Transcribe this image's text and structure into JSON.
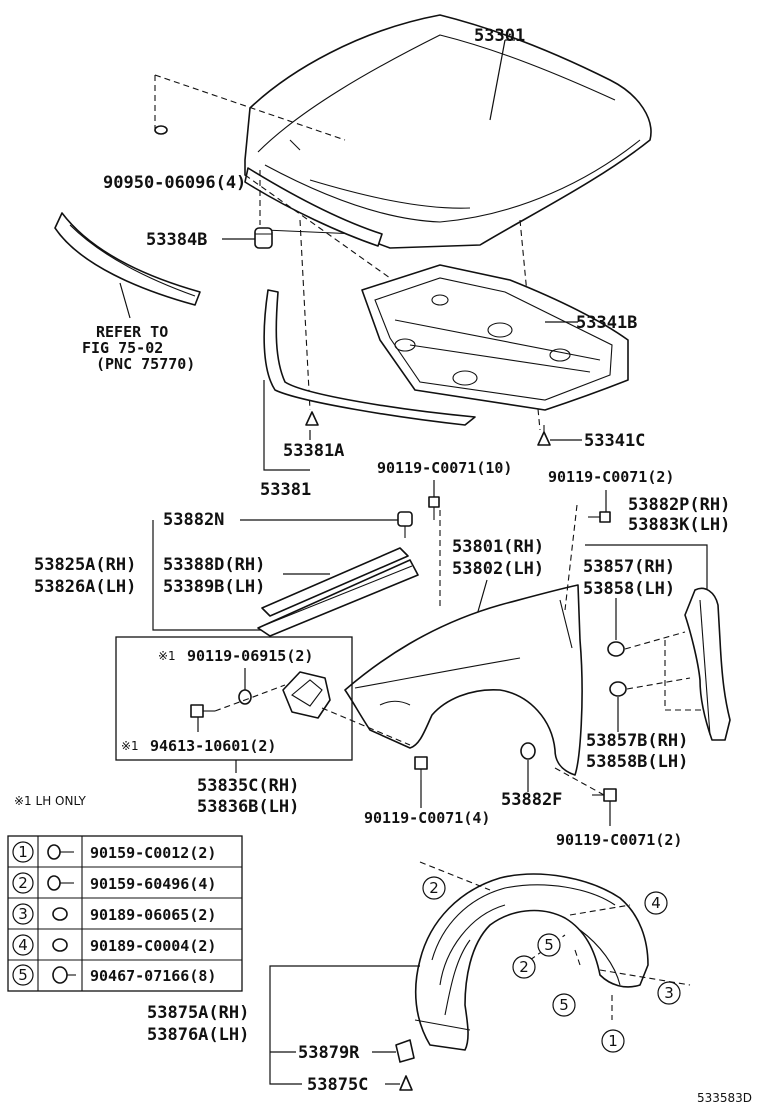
{
  "diagram_id": "533583D",
  "parts": {
    "hood": "53301",
    "hood_seal_cap": "90950-06096(4)",
    "hood_cushion": "53384B",
    "refer_note": [
      "REFER TO",
      "FIG 75-02",
      "(PNC 75770)"
    ],
    "insulator": "53341B",
    "insulator_clip": "53341C",
    "seal_clip": "53381A",
    "hood_seal": "53381",
    "bolt_top_center": "90119-C0071(10)",
    "bolt_top_right": "90119-C0071(2)",
    "fender_clip_n": "53882N",
    "fender_rh": "53801(RH)",
    "fender_lh": "53802(LH)",
    "bracket_p_rh": "53882P(RH)",
    "bracket_k_lh": "53883K(LH)",
    "seal_a_rh": "53825A(RH)",
    "seal_a_lh": "53826A(LH)",
    "seal_d_rh": "53388D(RH)",
    "seal_b_lh": "53389B(LH)",
    "liner_seal_rh": "53857(RH)",
    "liner_seal_lh": "53858(LH)",
    "liner_seal_b_rh": "53857B(RH)",
    "liner_seal_b_lh": "53858B(LH)",
    "box_bolt": "90119-06915(2)",
    "box_bolt_mark": "※1",
    "box_nut": "94613-10601(2)",
    "box_nut_mark": "※1",
    "bracket_c_rh": "53835C(RH)",
    "bracket_b_lh": "53836B(LH)",
    "lh_only_note": "※1 LH ONLY",
    "bolt_bottom_left": "90119-C0071(4)",
    "fender_clip_f": "53882F",
    "bolt_bottom_right": "90119-C0071(2)",
    "liner_rh": "53875A(RH)",
    "liner_lh": "53876A(LH)",
    "liner_retainer": "53879R",
    "liner_clip": "53875C"
  },
  "fasteners": [
    {
      "num": "1",
      "icon": "bolt-with-washer-icon",
      "part": "90159-C0012(2)"
    },
    {
      "num": "2",
      "icon": "bolt-with-washer-icon",
      "part": "90159-60496(4)"
    },
    {
      "num": "3",
      "icon": "push-clip-icon",
      "part": "90189-06065(2)"
    },
    {
      "num": "4",
      "icon": "push-clip-icon",
      "part": "90189-C0004(2)"
    },
    {
      "num": "5",
      "icon": "screw-grommet-icon",
      "part": "90467-07166(8)"
    }
  ],
  "callouts": [
    "2",
    "4",
    "5",
    "2",
    "5",
    "3",
    "1"
  ]
}
